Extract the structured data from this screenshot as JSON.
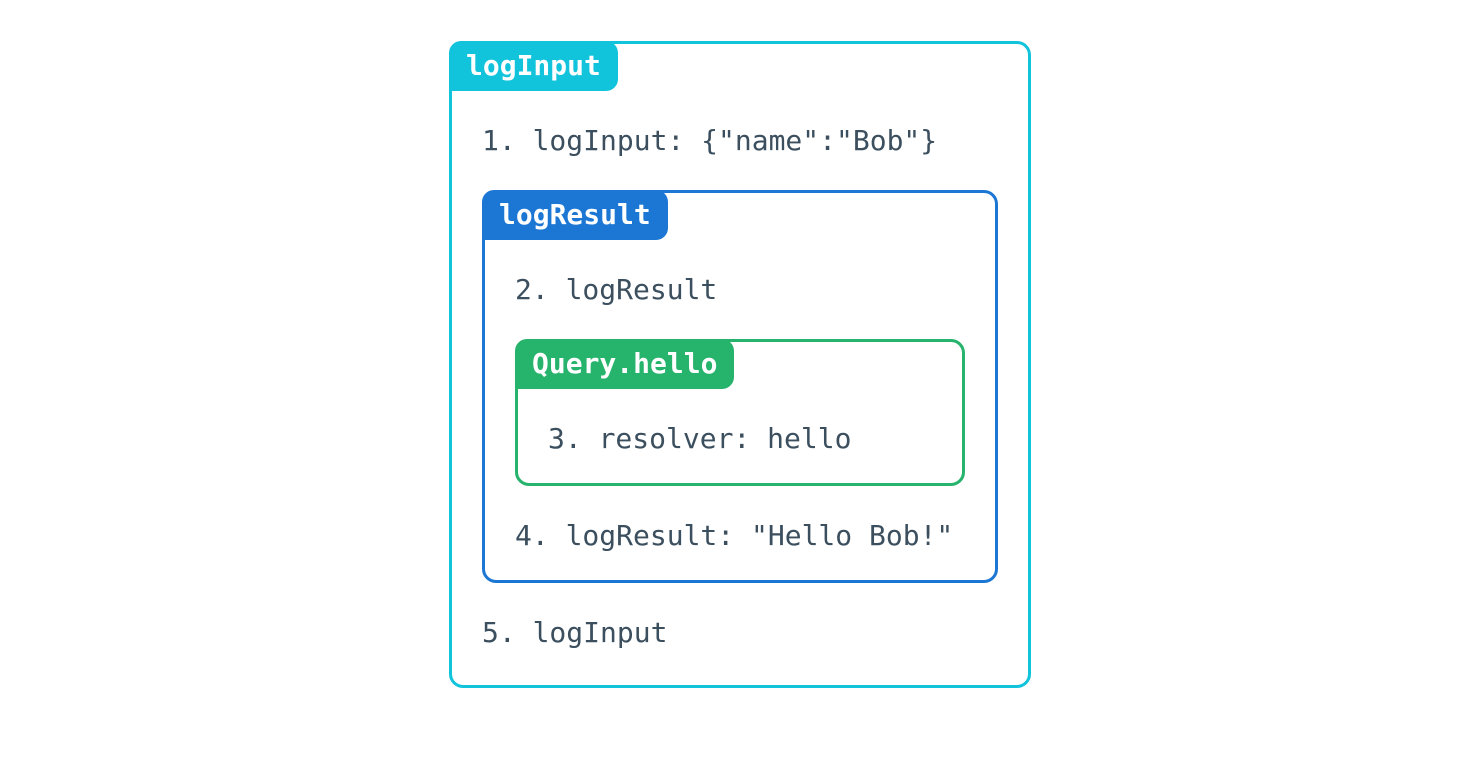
{
  "diagram": {
    "background_color": "#FFFFFF",
    "text_color": "#3C4F5E",
    "logInput": {
      "label": "logInput",
      "accent_color": "#12C3DC",
      "step_before": "1. logInput: {\"name\":\"Bob\"}",
      "step_after": "5. logInput"
    },
    "logResult": {
      "label": "logResult",
      "accent_color": "#1C77D4",
      "step_before": "2. logResult",
      "step_after": "4. logResult: \"Hello Bob!\""
    },
    "query_hello": {
      "label": "Query.hello",
      "accent_color": "#26B36B",
      "step": "3. resolver: hello"
    }
  }
}
